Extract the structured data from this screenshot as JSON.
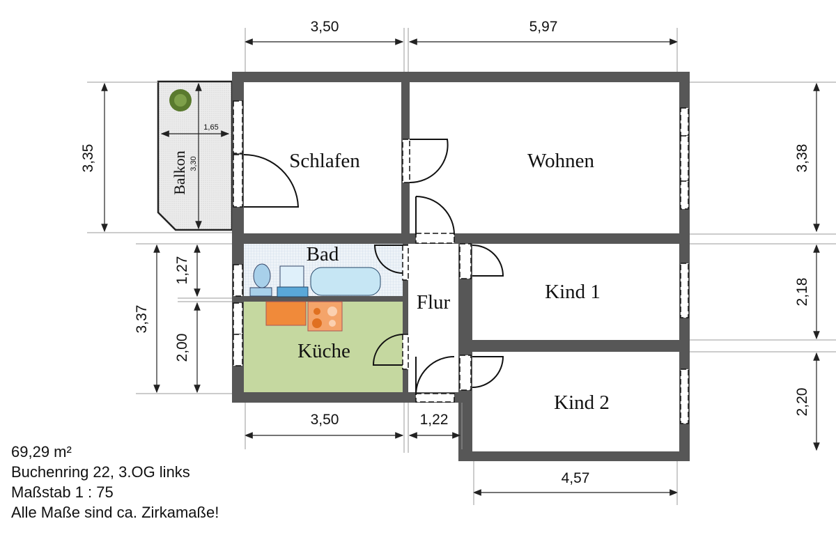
{
  "rooms": {
    "schlafen": "Schlafen",
    "wohnen": "Wohnen",
    "bad": "Bad",
    "kueche": "Küche",
    "flur": "Flur",
    "kind1": "Kind 1",
    "kind2": "Kind 2",
    "balkon": "Balkon"
  },
  "dimensions": {
    "top_left": "3,50",
    "top_right": "5,97",
    "left_schlafen": "3,35",
    "right_wohnen": "3,38",
    "balkon_width": "1,65",
    "balkon_length": "3,30",
    "bad": "1,27",
    "kueche": "2,00",
    "left_total": "3,37",
    "right_kind1": "2,18",
    "right_kind2": "2,20",
    "bottom_kueche": "3,50",
    "bottom_flur": "1,22",
    "bottom_kind2": "4,57"
  },
  "info": {
    "area": "69,29 m²",
    "address": "Buchenring 22, 3.OG links",
    "scale": "Maßstab 1 : 75",
    "note": "Alle Maße sind ca. Zirkamaße!"
  },
  "colors": {
    "wall": "#575757",
    "kitchen": "#c5d8a0",
    "bath": "#e6eef6",
    "balcony": "#e8e8e8"
  }
}
